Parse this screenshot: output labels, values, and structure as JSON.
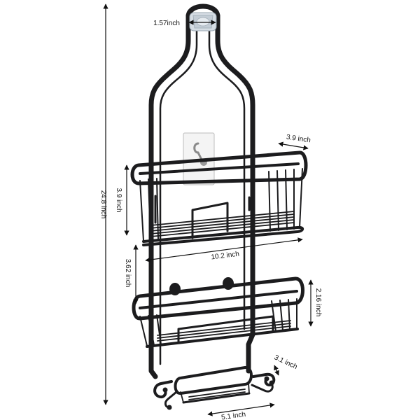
{
  "product": {
    "name": "",
    "colors": {
      "metal": "#1c1c1e",
      "suction_cup": "#d6dde4",
      "hook_mount": "#f2f2f2",
      "arrow": "#111111",
      "background": "#ffffff"
    }
  },
  "dimensions": {
    "total_height": "24.8 inch",
    "top_loop_width": "1.57inch",
    "basket_depth": "3.9 inch",
    "top_basket_height": "3.9 inch",
    "basket_width": "10.2 inch",
    "basket_spacing": "3.62 inch",
    "middle_basket_height": "2.16 inch",
    "soap_dish_depth": "3.1 inch",
    "soap_dish_width": "5.1 inch"
  }
}
